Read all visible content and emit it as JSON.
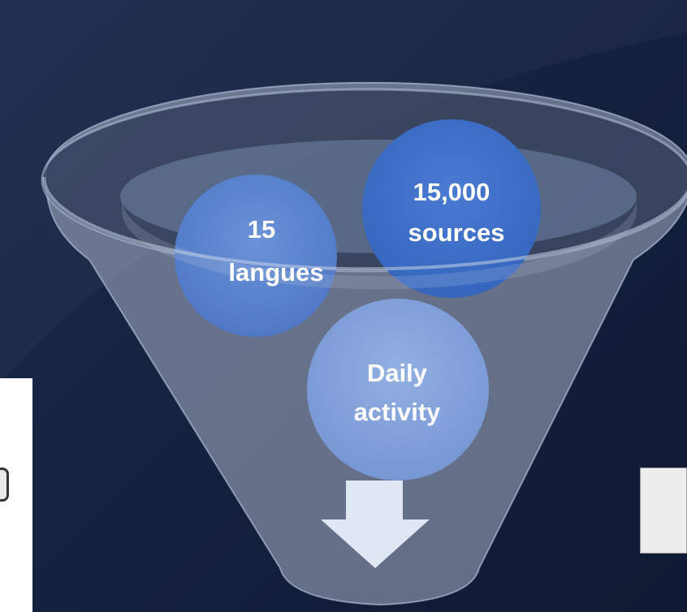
{
  "funnel": {
    "bubbles": [
      {
        "line1": "15",
        "line2": "langues"
      },
      {
        "line1": "15,000",
        "line2": "sources"
      },
      {
        "line1": "Daily",
        "line2": "activity"
      }
    ]
  },
  "colors": {
    "background": "#14213d",
    "bubble_dark": "#3f6fc8",
    "bubble_mid": "#5a86d0",
    "bubble_light": "#7f9fd8",
    "funnel": "#c9d3e6",
    "arrow": "#dfe6f4"
  }
}
